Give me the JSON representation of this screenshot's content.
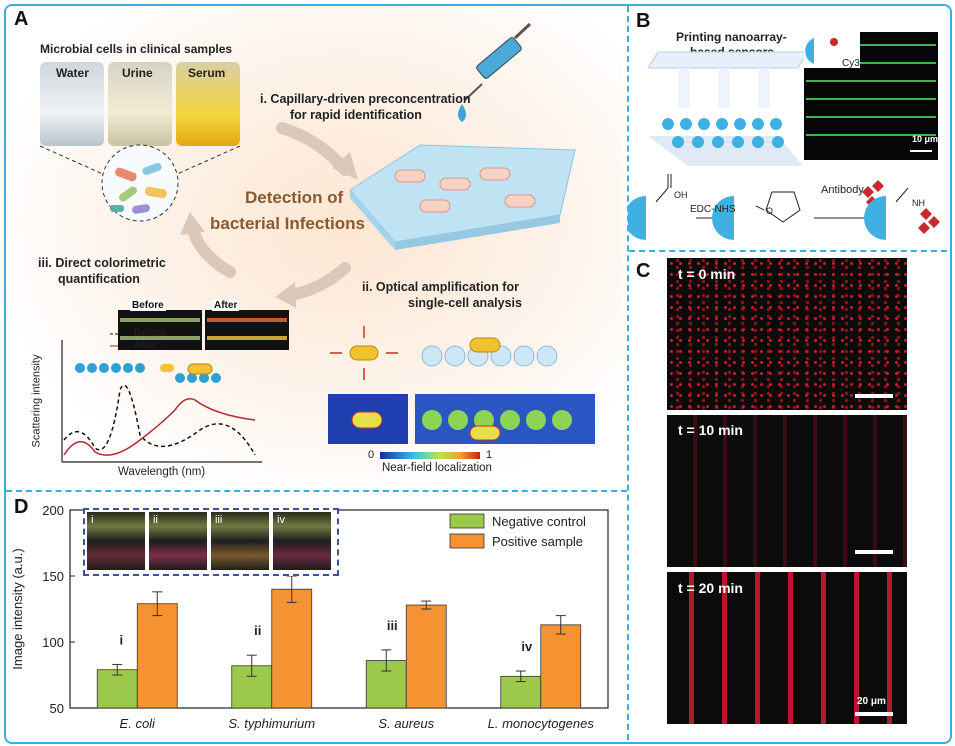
{
  "panel_labels": {
    "a": "A",
    "b": "B",
    "c": "C",
    "d": "D"
  },
  "panelA": {
    "clinical_title": "Microbial cells in clinical samples",
    "tubes": [
      "Water",
      "Urine",
      "Serum"
    ],
    "step1_line1": "i. Capillary-driven preconcentration",
    "step1_line2": "for rapid identification",
    "center_line1": "Detection of",
    "center_line2": "bacterial Infections",
    "step3_line1": "iii. Direct colorimetric",
    "step3_line2": "quantification",
    "step2_line1": "ii. Optical amplification for",
    "step2_line2": "single-cell analysis",
    "before_label": "Before",
    "after_label": "After",
    "legend_before": "Before",
    "legend_after": "After",
    "ylabel": "Scattering intensity",
    "xlabel": "Wavelength (nm)",
    "colorbar_min": "0",
    "colorbar_max": "1",
    "colorbar_label": "Near-field localization"
  },
  "panelB": {
    "printing_line1": "Printing nanoarray-",
    "printing_line2": "based sensors",
    "cy3": "Cy3",
    "scale": "10 μm",
    "edc": "EDC-NHS",
    "antibody": "Antibody",
    "oh": "OH",
    "o1": "O",
    "nh": "NH"
  },
  "panelC": {
    "t0": "t = 0 min",
    "t10": "t = 10 min",
    "t20": "t = 20 min",
    "scale": "20 μm"
  },
  "inset_labels": [
    "i",
    "ii",
    "iii",
    "iv"
  ],
  "colors": {
    "frame": "#3aaed8",
    "negative": "#9dc94a",
    "positive": "#f59232"
  },
  "chart_data": {
    "type": "bar",
    "categories": [
      "E. coli",
      "S. typhimurium",
      "S. aureus",
      "L. monocytogenes"
    ],
    "category_marks": [
      "i",
      "ii",
      "iii",
      "iv"
    ],
    "series": [
      {
        "name": "Negative control",
        "values": [
          79,
          82,
          86,
          74
        ],
        "errors": [
          4,
          8,
          8,
          4
        ]
      },
      {
        "name": "Positive sample",
        "values": [
          129,
          140,
          128,
          113
        ],
        "errors": [
          9,
          10,
          3,
          7
        ]
      }
    ],
    "ylabel": "Image intensity (a.u.)",
    "ylim": [
      50,
      200
    ],
    "yticks": [
      50,
      100,
      150,
      200
    ],
    "legend_position": "top-right"
  }
}
